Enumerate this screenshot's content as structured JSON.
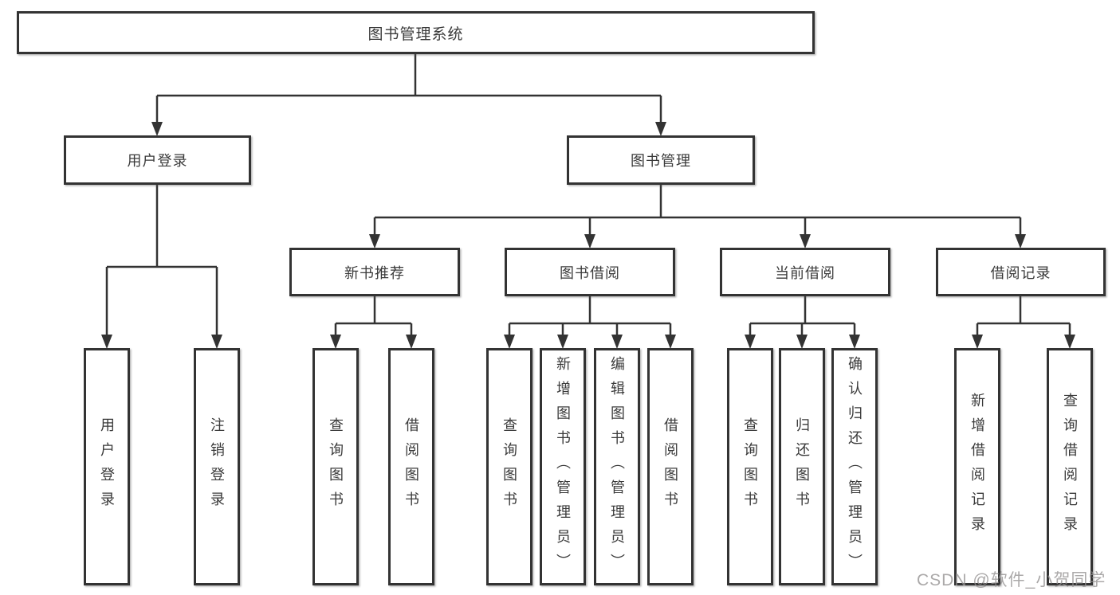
{
  "tree": {
    "root": {
      "label": "图书管理系统",
      "children": [
        {
          "label": "用户登录",
          "children": [
            {
              "label": "用户登录"
            },
            {
              "label": "注销登录"
            }
          ]
        },
        {
          "label": "图书管理",
          "children": [
            {
              "label": "新书推荐",
              "children": [
                {
                  "label": "查询图书"
                },
                {
                  "label": "借阅图书"
                }
              ]
            },
            {
              "label": "图书借阅",
              "children": [
                {
                  "label": "查询图书"
                },
                {
                  "label": "新增图书（管理员）"
                },
                {
                  "label": "编辑图书（管理员）"
                },
                {
                  "label": "借阅图书"
                }
              ]
            },
            {
              "label": "当前借阅",
              "children": [
                {
                  "label": "查询图书"
                },
                {
                  "label": "归还图书"
                },
                {
                  "label": "确认归还（管理员）"
                }
              ]
            },
            {
              "label": "借阅记录",
              "children": [
                {
                  "label": "新增借阅记录"
                },
                {
                  "label": "查询借阅记录"
                }
              ]
            }
          ]
        }
      ]
    }
  },
  "watermark": {
    "text": "CSDN @软件_小贺同学"
  },
  "colors": {
    "line": "#333333",
    "box_border": "#333333",
    "box_fill": "#ffffff",
    "text": "#3a3a3a",
    "watermark": "#949191"
  }
}
